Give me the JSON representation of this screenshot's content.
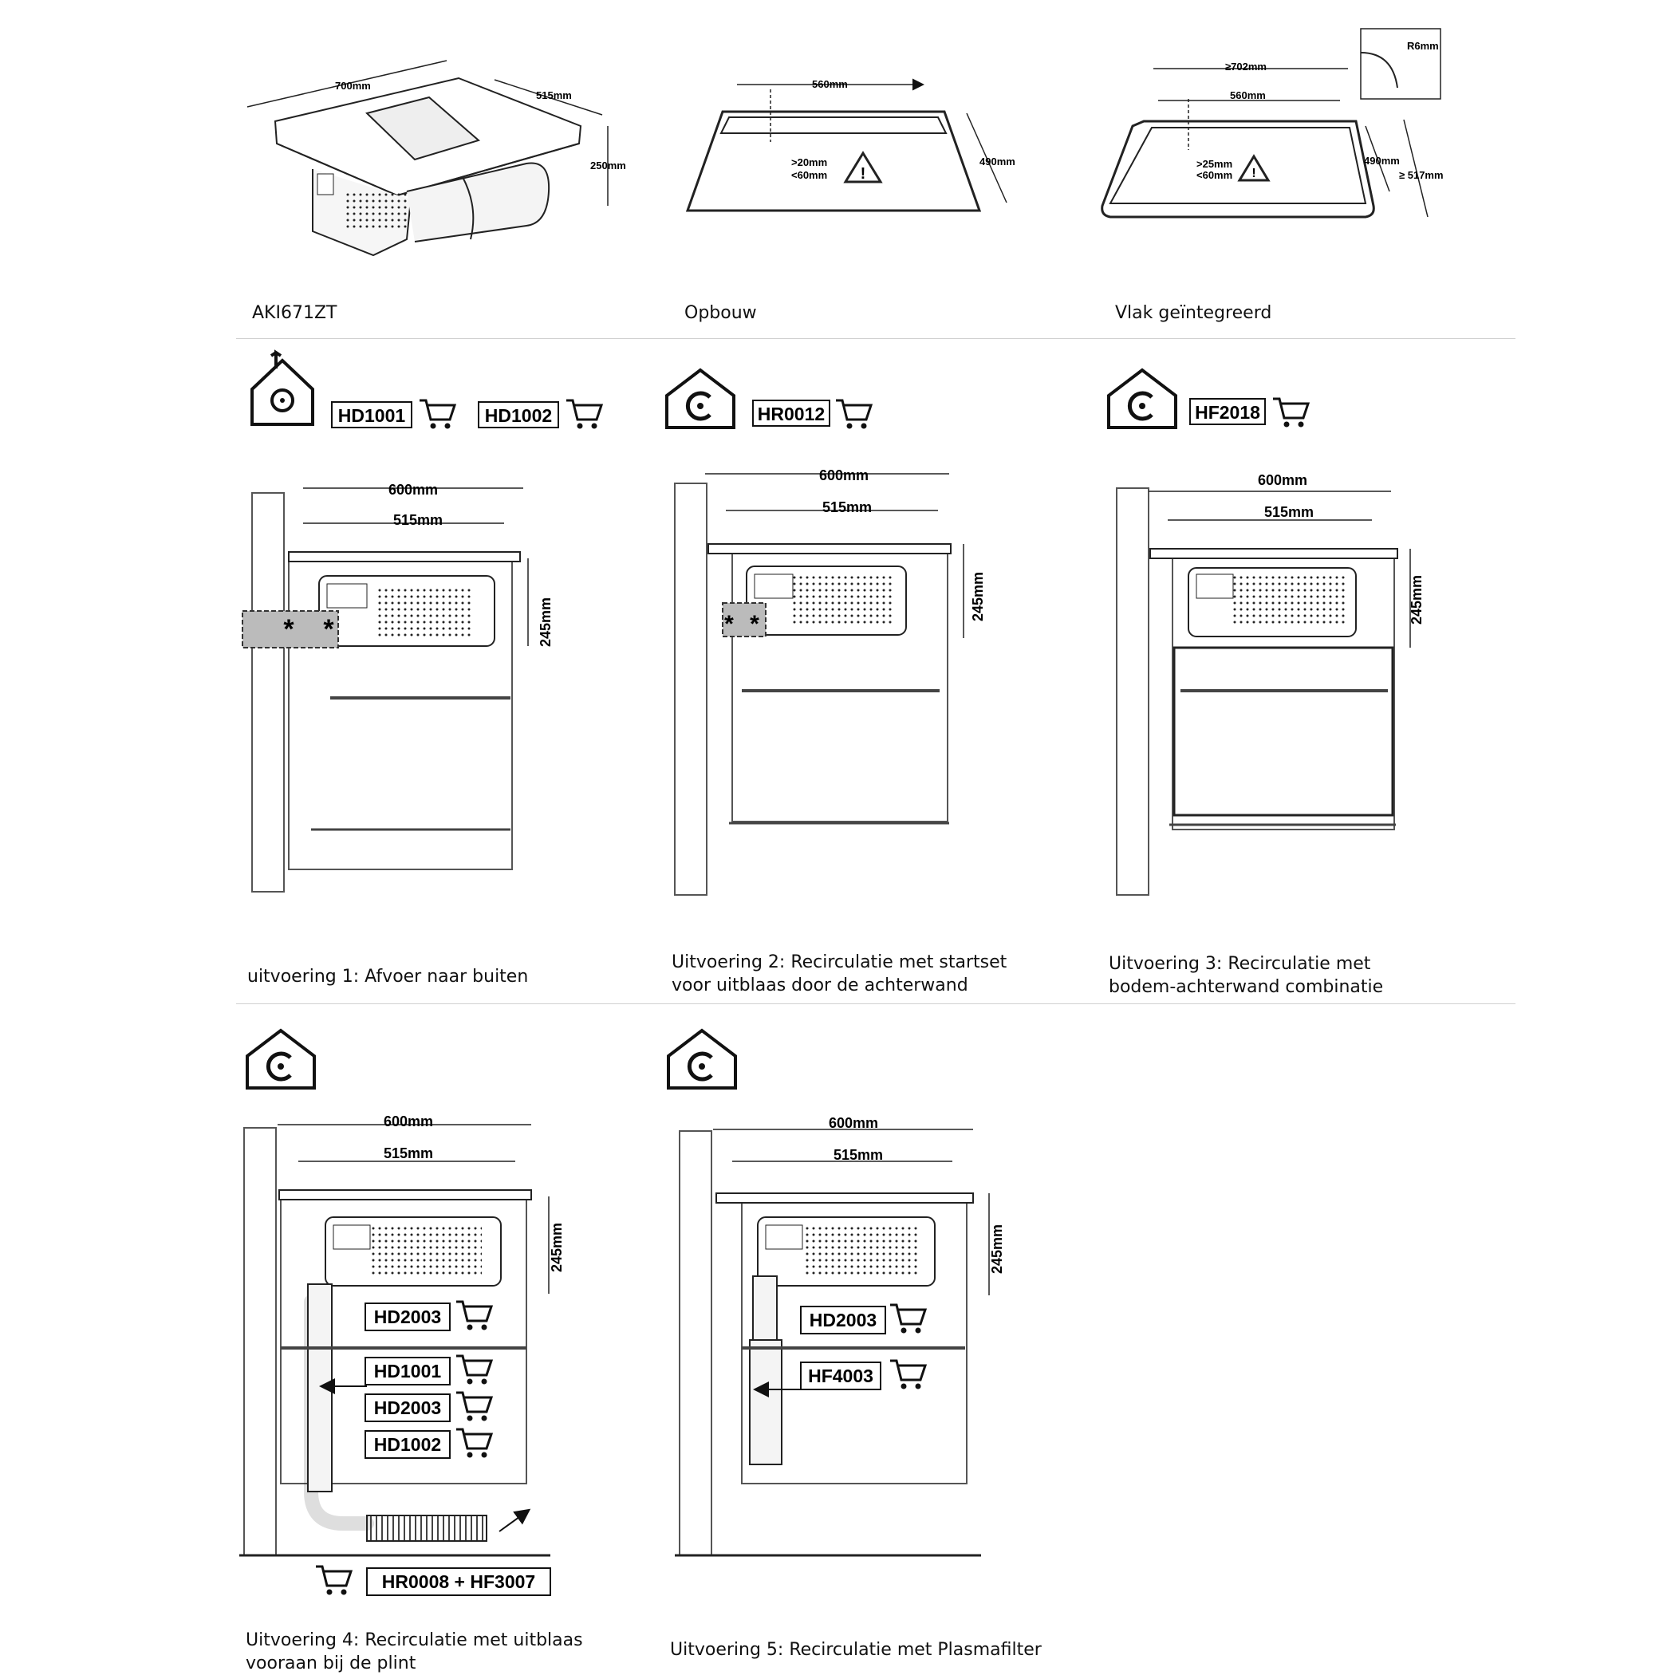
{
  "top": {
    "product": {
      "caption": "AKI671ZT",
      "width": "700mm",
      "depth": "515mm",
      "height": "250mm"
    },
    "opbouw": {
      "caption": "Opbouw",
      "cutout_width": "560mm",
      "cutout_depth": "490mm",
      "distance_min": ">20mm",
      "distance_max": "<60mm"
    },
    "vlak": {
      "caption": "Vlak geïntegreerd",
      "outer_width": "≥702mm",
      "cutout_width": "560mm",
      "cutout_depth": "490mm",
      "outer_depth": "≥ 517mm",
      "distance_min": ">25mm",
      "distance_max": "<60mm",
      "radius": "R6mm"
    }
  },
  "installs": [
    {
      "caption_line1": "uitvoering 1: Afvoer naar buiten",
      "caption_line2": "",
      "codes": [
        "HD1001",
        "HD1002"
      ],
      "mode": "exhaust",
      "width": "600mm",
      "inner_width": "515mm",
      "height": "245mm"
    },
    {
      "caption_line1": "Uitvoering 2: Recirculatie met startset",
      "caption_line2": "voor uitblaas door de achterwand",
      "codes": [
        "HR0012"
      ],
      "mode": "recirculation",
      "width": "600mm",
      "inner_width": "515mm",
      "height": "245mm"
    },
    {
      "caption_line1": "Uitvoering 3: Recirculatie met",
      "caption_line2": "bodem-achterwand combinatie",
      "codes": [
        "HF2018"
      ],
      "mode": "recirculation",
      "width": "600mm",
      "inner_width": "515mm",
      "height": "245mm"
    },
    {
      "caption_line1": "Uitvoering 4: Recirculatie met uitblaas",
      "caption_line2": "vooraan bij de plint",
      "codes": [],
      "mode": "recirculation",
      "parts": [
        "HD2003",
        "HD1001",
        "HD2003",
        "HD1002"
      ],
      "plinth_part": "HR0008 + HF3007",
      "width": "600mm",
      "inner_width": "515mm",
      "height": "245mm"
    },
    {
      "caption_line1": "Uitvoering 5: Recirculatie met Plasmafilter",
      "caption_line2": "",
      "codes": [],
      "mode": "recirculation",
      "parts": [
        "HD2003",
        "HF4003"
      ],
      "width": "600mm",
      "inner_width": "515mm",
      "height": "245mm"
    }
  ],
  "icons": [
    "cart-icon",
    "exhaust-house-icon",
    "recirculation-house-icon",
    "warning-icon"
  ]
}
